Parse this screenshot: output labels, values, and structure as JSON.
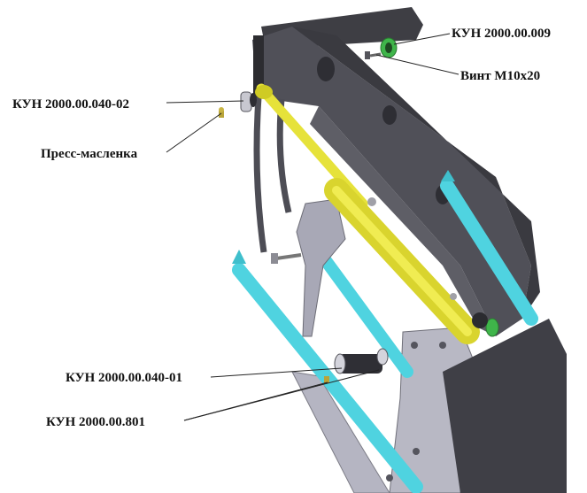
{
  "labels": {
    "part_009": "КУН 2000.00.009",
    "screw": "Винт М10х20",
    "part_040_02": "КУН 2000.00.040-02",
    "grease_nipple": "Пресс-масленка",
    "part_040_01": "КУН 2000.00.040-01",
    "part_801": "КУН 2000.00.801"
  },
  "colors": {
    "frame_dark": "#4a4a50",
    "frame_mid": "#6c6c72",
    "plate_light": "#b9b9c4",
    "cylinder": "#e6e23a",
    "tines": "#4fd3e0",
    "bushing_green": "#3fb54a"
  }
}
